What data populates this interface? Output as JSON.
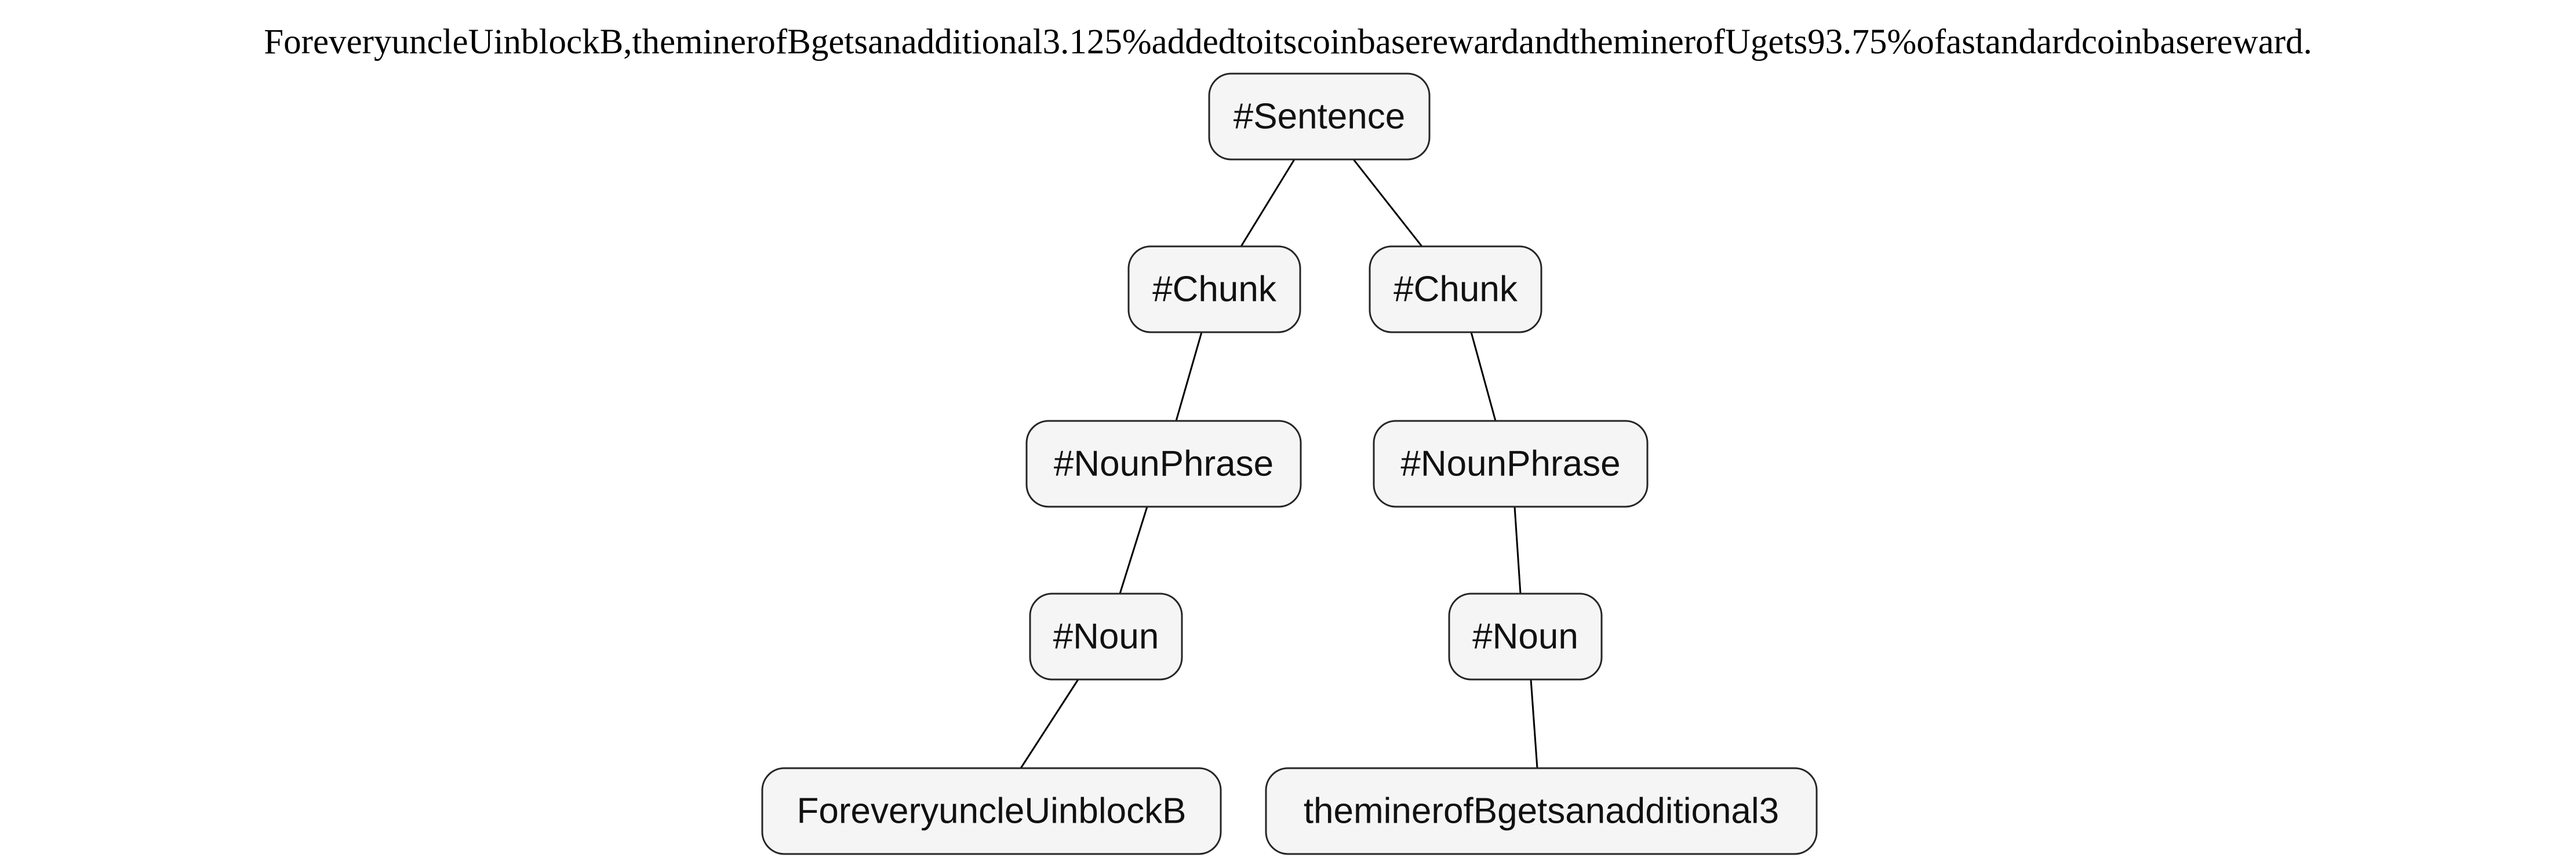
{
  "sentence": "ForeveryuncleUinblockB,theminerofBgetsanadditional3.125%addedtoitscoinbaserewardandtheminerofUgets93.75%ofastandardcoinbasereward.",
  "tree": {
    "nodes": [
      {
        "id": "sentence",
        "label": "#Sentence"
      },
      {
        "id": "chunk-1",
        "label": "#Chunk"
      },
      {
        "id": "chunk-2",
        "label": "#Chunk"
      },
      {
        "id": "nounphrase-1",
        "label": "#NounPhrase"
      },
      {
        "id": "nounphrase-2",
        "label": "#NounPhrase"
      },
      {
        "id": "noun-1",
        "label": "#Noun"
      },
      {
        "id": "noun-2",
        "label": "#Noun"
      },
      {
        "id": "leaf-1",
        "label": "ForeveryuncleUinblockB"
      },
      {
        "id": "leaf-2",
        "label": "theminerofBgetsanadditional3"
      }
    ],
    "edges": [
      {
        "from": "sentence",
        "to": "chunk-1"
      },
      {
        "from": "sentence",
        "to": "chunk-2"
      },
      {
        "from": "chunk-1",
        "to": "nounphrase-1"
      },
      {
        "from": "chunk-2",
        "to": "nounphrase-2"
      },
      {
        "from": "nounphrase-1",
        "to": "noun-1"
      },
      {
        "from": "nounphrase-2",
        "to": "noun-2"
      },
      {
        "from": "noun-1",
        "to": "leaf-1"
      },
      {
        "from": "noun-2",
        "to": "leaf-2"
      }
    ]
  }
}
